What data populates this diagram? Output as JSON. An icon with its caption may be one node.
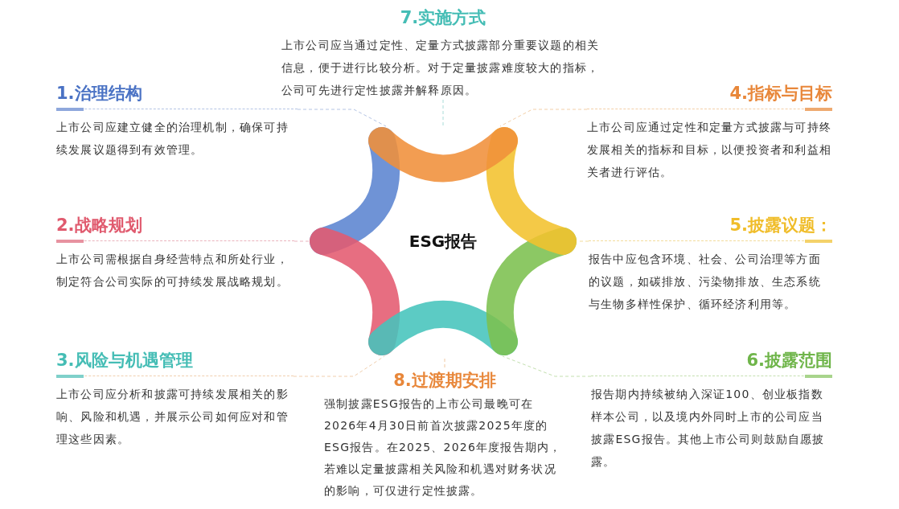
{
  "diagram": {
    "nodes": [
      {
        "text": [
          "7.实施方式",
          "上市公司应当通过定性、定量方式披露部分重要议题的相关信息，便于进行比较分析。对于定量披露难度较大的指标，公司可先进行定性披露并解释原因。"
        ]
      },
      {
        "text": [
          "1.治理结构",
          "上市公司应建立健全的治理机制，确保可持续发展议题得到有效管理。"
        ]
      },
      {
        "text": [
          "4.指标与目标",
          "上市公司应通过定性和定量方式披露与可持终发展相关的指标和目标，以便投资者和利益相关者进行评估。"
        ]
      },
      {
        "text": [
          "2.战略规划",
          "上市公司需根据自身经营特点和所处行业，制定符合公司实际的可持续发展战略规划。"
        ]
      },
      {
        "text": [
          "ESG报告"
        ]
      },
      {
        "text": [
          "5.披露议题：",
          "报告中应包含环境、社会、公司治理等方面的议题，如碳排放、污染物排放、生态系统与生物多样性保护、循环经济利用等。"
        ]
      },
      {
        "text": [
          "3.风险与机遇管理",
          "上市公司应分析和披露可持续发展相关的影响、风险和机遇，并展示公司如何应对和管理这些因素。"
        ]
      },
      {
        "text": [
          "8.过渡期安排",
          "强制披露ESG报告的上市公司最晚可在2026年4月30日前首次披露2025年度的ESG报告。在2025、2026年度报告期内，若难以定量披露相关风险和机遇对财务状况的影响，可仅进行定性披露。"
        ]
      },
      {
        "text": [
          "6.披露范围",
          "报告期内持续被纳入深证100、创业板指数样本公司，以及境内外同时上市的公司应当披露ESG报告。其他上市公司则鼓励自愿披露。"
        ]
      }
    ],
    "edges": [
      {
        "from": 0,
        "to": 4,
        "arrow": "none",
        "style": "dashed",
        "color": "#a8dcd8"
      },
      {
        "from": 1,
        "to": 4,
        "arrow": "none",
        "style": "dashed",
        "color": "#b4c4e4"
      },
      {
        "from": 2,
        "to": 4,
        "arrow": "none",
        "style": "dashed",
        "color": "#f3cfa8"
      },
      {
        "from": 3,
        "to": 4,
        "arrow": "none",
        "style": "dashed",
        "color": "#eab3bd"
      },
      {
        "from": 5,
        "to": 4,
        "arrow": "none",
        "style": "dashed",
        "color": "#f2dc9c"
      },
      {
        "from": 6,
        "to": 4,
        "arrow": "none",
        "style": "dashed",
        "color": "#f0cfae"
      },
      {
        "from": 7,
        "to": 4,
        "arrow": "none",
        "style": "dashed",
        "color": "#f0c8a0"
      },
      {
        "from": 8,
        "to": 4,
        "arrow": "none",
        "style": "dashed",
        "color": "#c4e0b0"
      }
    ]
  }
}
